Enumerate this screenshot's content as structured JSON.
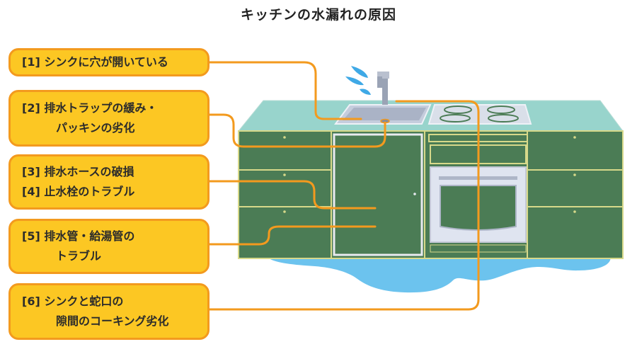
{
  "title": "キッチンの水漏れの原因",
  "callouts": [
    {
      "lines": [
        "[1] シンクに穴が開いている"
      ]
    },
    {
      "lines": [
        "[2] 排水トラップの緩み・",
        "パッキンの劣化"
      ]
    },
    {
      "lines": [
        "[3] 排水ホースの破損",
        "[4] 止水栓のトラブル"
      ]
    },
    {
      "lines": [
        "[5] 排水管・給湯管の",
        "トラブル"
      ]
    },
    {
      "lines": [
        "[6] シンクと蛇口の",
        "隙間のコーキング劣化"
      ]
    }
  ],
  "colors": {
    "callout_fill": "#fcc723",
    "callout_border": "#f39a1e",
    "leader_line": "#f39a1e",
    "countertop": "#98d4cc",
    "cabinet": "#4b7c55",
    "cabinet_border": "#d7d98a",
    "water": "#6cc3ee",
    "water_splash": "#3fa9e6",
    "sink_metal": "#c5cddd",
    "oven_frame": "#dfe4f0"
  }
}
